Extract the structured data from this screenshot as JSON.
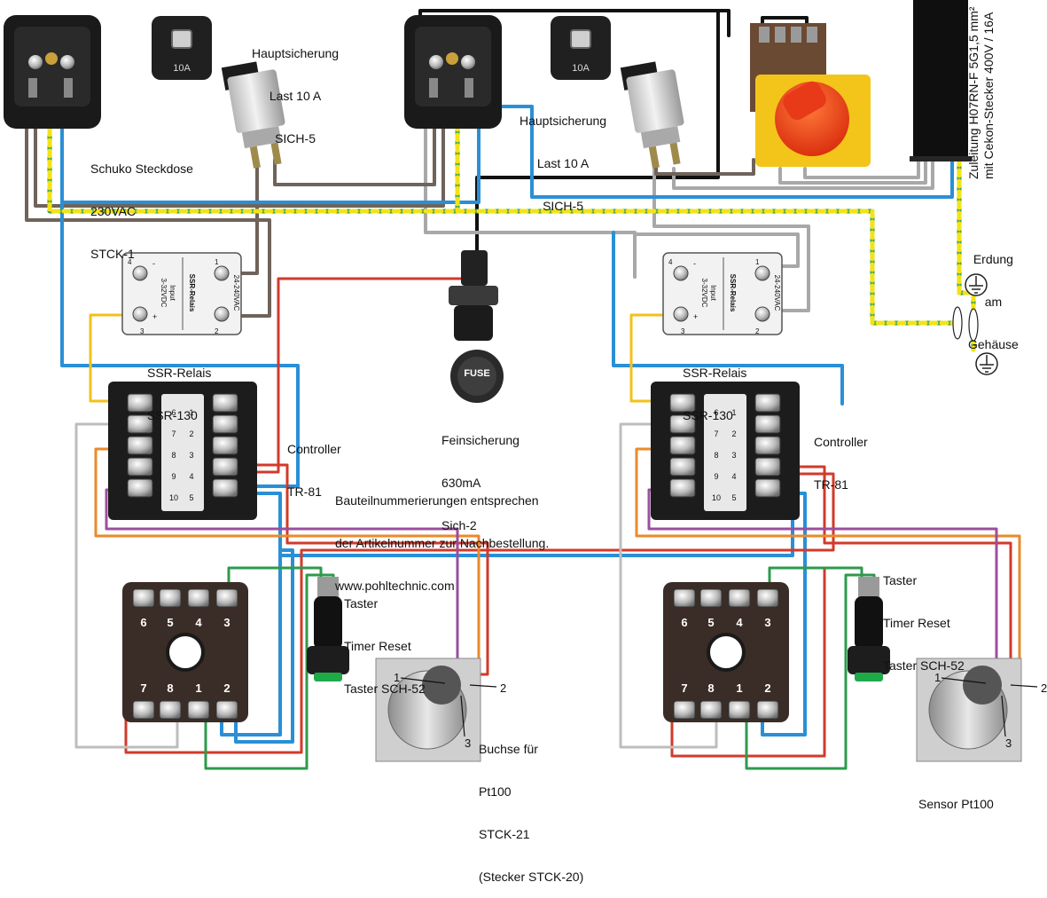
{
  "socket": {
    "label_lines": [
      "Schuko Steckdose",
      "230VAC",
      "STCK-1"
    ]
  },
  "main_fuse": {
    "badge": "10A",
    "label_lines": [
      "Hauptsicherung",
      "Last 10 A",
      "SICH-5"
    ]
  },
  "supply": {
    "label_lines": [
      "Zuleitung H07RN-F 5G1,5 mm²",
      "mit Cekon-Stecker 400V / 16A"
    ]
  },
  "earth": {
    "label_lines": [
      "Erdung",
      "am",
      "Gehäuse"
    ]
  },
  "ssr": {
    "label_lines": [
      "SSR-Relais",
      "SSR-130"
    ],
    "body_title": "SSR-Relais",
    "input_text": "Input",
    "input_range": "3-32VDC",
    "output_range": "24-240VAC",
    "pins": [
      "4",
      "3",
      "1",
      "2"
    ],
    "minus": "-",
    "plus": "+"
  },
  "fine_fuse": {
    "cap_text": "FUSE",
    "label_lines": [
      "Feinsicherung",
      "630mA",
      "Sich-2"
    ]
  },
  "controller": {
    "label_lines": [
      "Controller",
      "TR-81"
    ],
    "terminal_numbers": [
      "1",
      "2",
      "3",
      "4",
      "5",
      "6",
      "7",
      "8",
      "9",
      "10"
    ]
  },
  "note": {
    "lines": [
      "Bauteilnummerierungen entsprechen",
      "der Artikelnummer zur Nachbestellung.",
      "www.pohltechnic.com"
    ]
  },
  "timer_socket": {
    "top_numbers": [
      "6",
      "5",
      "4",
      "3"
    ],
    "bottom_numbers": [
      "7",
      "8",
      "1",
      "2"
    ]
  },
  "button": {
    "label_lines": [
      "Taster",
      "Timer Reset",
      "Taster SCH-52"
    ]
  },
  "jack_left": {
    "label_lines": [
      "Buchse für",
      "Pt100",
      "STCK-21",
      "(Stecker STCK-20)"
    ]
  },
  "jack_right": {
    "label_lines": [
      "Sensor Pt100"
    ]
  },
  "jack_pins": [
    "1",
    "2",
    "3"
  ],
  "colors": {
    "brown": "#6f635a",
    "blue": "#2a8fd6",
    "gray": "#a8a8a8",
    "black": "#111111",
    "red": "#d23a2a",
    "yellow": "#f2c11a",
    "orange": "#ea8a2a",
    "purple": "#9a4f9c",
    "green": "#2e9a4c",
    "earth_green": "#3aa04a",
    "earth_yellow": "#f3e316"
  }
}
